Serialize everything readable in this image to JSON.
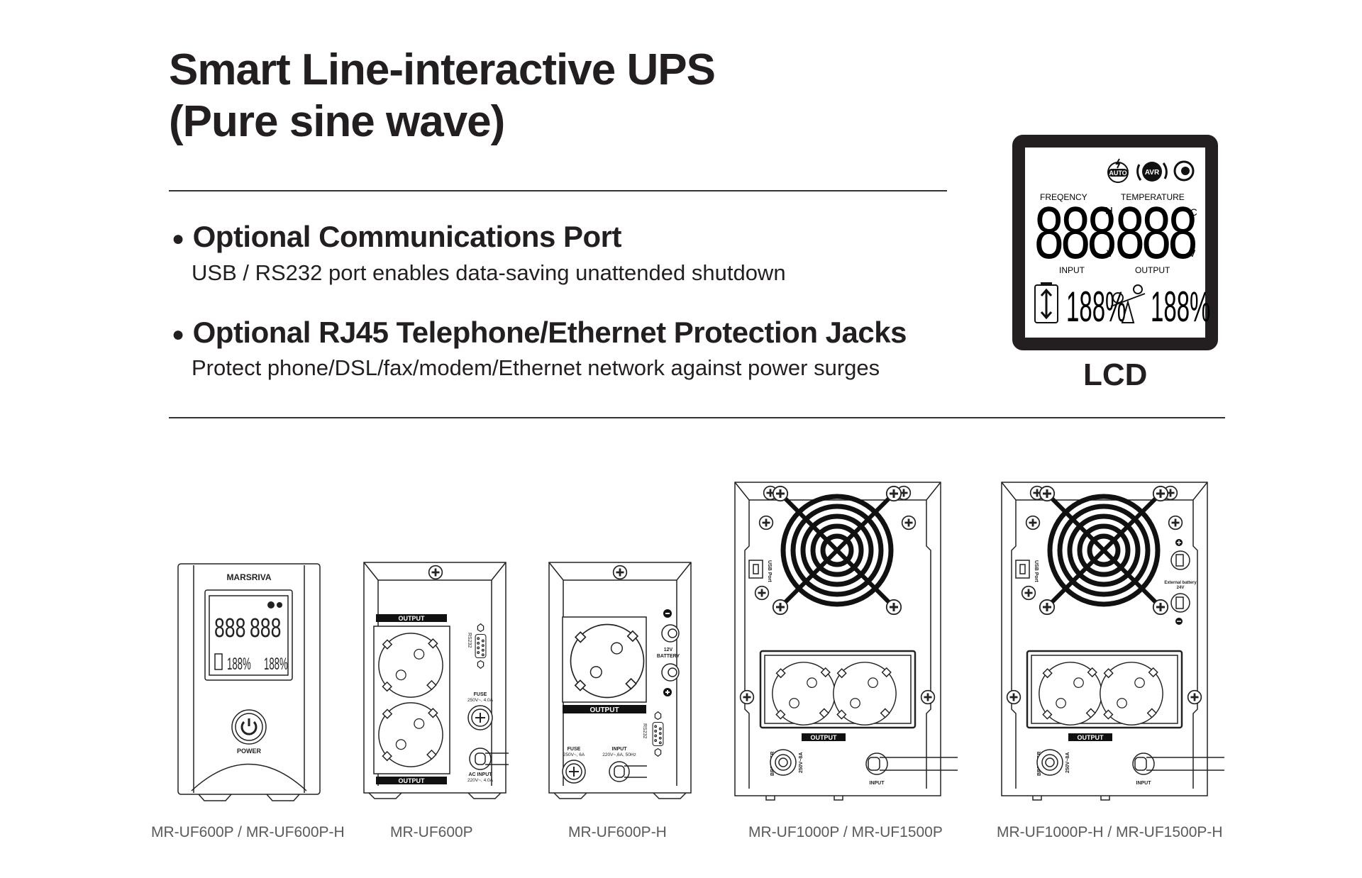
{
  "header": {
    "title_line1": "Smart Line-interactive UPS",
    "title_line2": "(Pure sine wave)"
  },
  "features": [
    {
      "title": "Optional Communications Port",
      "desc": "USB / RS232 port enables data-saving unattended shutdown"
    },
    {
      "title": "Optional RJ45 Telephone/Ethernet Protection Jacks",
      "desc": "Protect phone/DSL/fax/modem/Ethernet network against power surges"
    }
  ],
  "lcd": {
    "caption": "LCD",
    "auto": "AUTO",
    "avr": "AVR",
    "frequency": "FREQENCY",
    "temperature": "TEMPERATURE",
    "digits_left": "888",
    "digits_right": "888",
    "unit_h": "H",
    "unit_c": "°C",
    "unit_v": "V",
    "input": "INPUT",
    "output": "OUTPUT",
    "input_pct": "188%",
    "output_pct": "188%"
  },
  "devices": [
    {
      "caption": "MR-UF600P / MR-UF600P-H",
      "brand": "MARSRIVA",
      "power": "POWER"
    },
    {
      "caption": "MR-UF600P",
      "output": "OUTPUT",
      "rs232": "RS232",
      "fuse": "FUSE",
      "fuse_rating": "250V~, 4.0A",
      "ac_input": "AC INPUT",
      "ac_rating": "220V~, 4.0A"
    },
    {
      "caption": "MR-UF600P-H",
      "output": "OUTPUT",
      "battery_v": "12V",
      "battery": "BATTERY",
      "rs232": "RS232",
      "fuse": "FUSE",
      "fuse_rating": "250V~, 6A",
      "input": "INPUT",
      "input_rating": "220V~,6A, 50Hz"
    },
    {
      "caption": "MR-UF1000P / MR-UF1500P",
      "usb": "USB Port",
      "output": "OUTPUT",
      "breaker": "BREAKER",
      "breaker_rating": "250V~8A",
      "input": "INPUT"
    },
    {
      "caption": "MR-UF1000P-H / MR-UF1500P-H",
      "usb": "USB Port",
      "output": "OUTPUT",
      "breaker": "BREAKER",
      "breaker_rating": "250V~8A",
      "input": "INPUT",
      "ext_battery": "External battery",
      "ext_voltage": "24V"
    }
  ]
}
